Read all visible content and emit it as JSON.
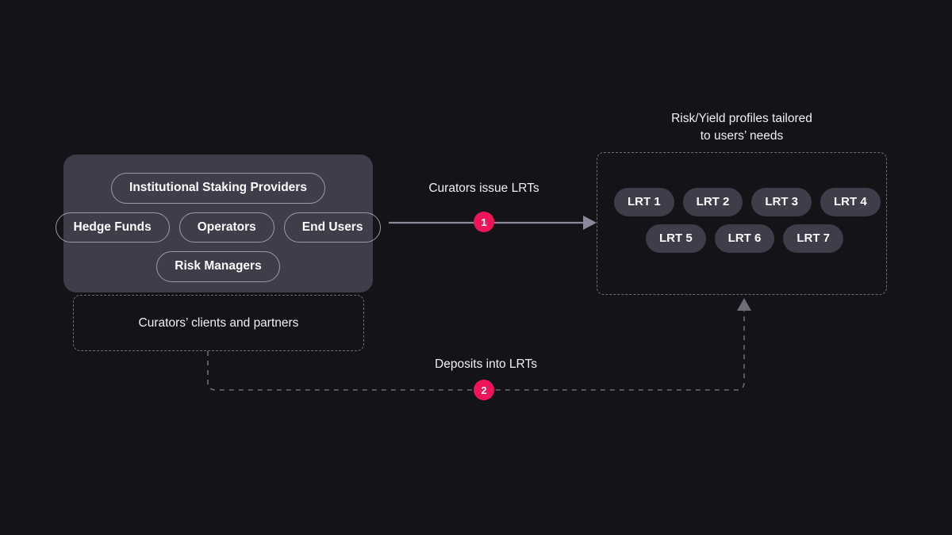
{
  "theme": {
    "background": "#131318",
    "card_fill": "#3e3e4b",
    "pill_border": "#9a9aa8",
    "lrt_pill_fill": "#3e3e4a",
    "dashed_stroke": "#6d6d7a",
    "arrow_stroke": "#8a8a99",
    "badge_fill": "#f0145a",
    "text": "#f0f0f4"
  },
  "curators": {
    "rows": [
      {
        "pills": [
          "Institutional Staking Providers"
        ]
      },
      {
        "pills": [
          "Hedge Funds",
          "Operators",
          "End Users"
        ]
      },
      {
        "pills": [
          "Risk Managers"
        ]
      }
    ],
    "caption": "Curators’ clients and partners"
  },
  "lrts": {
    "heading_line1": "Risk/Yield profiles tailored",
    "heading_line2": "to users’ needs",
    "rows": [
      {
        "pills": [
          "LRT 1",
          "LRT 2",
          "LRT 3",
          "LRT 4"
        ]
      },
      {
        "pills": [
          "LRT 5",
          "LRT 6",
          "LRT 7"
        ]
      }
    ]
  },
  "flows": {
    "step1": {
      "number": "1",
      "label": "Curators issue LRTs"
    },
    "step2": {
      "number": "2",
      "label": "Deposits into LRTs"
    }
  }
}
